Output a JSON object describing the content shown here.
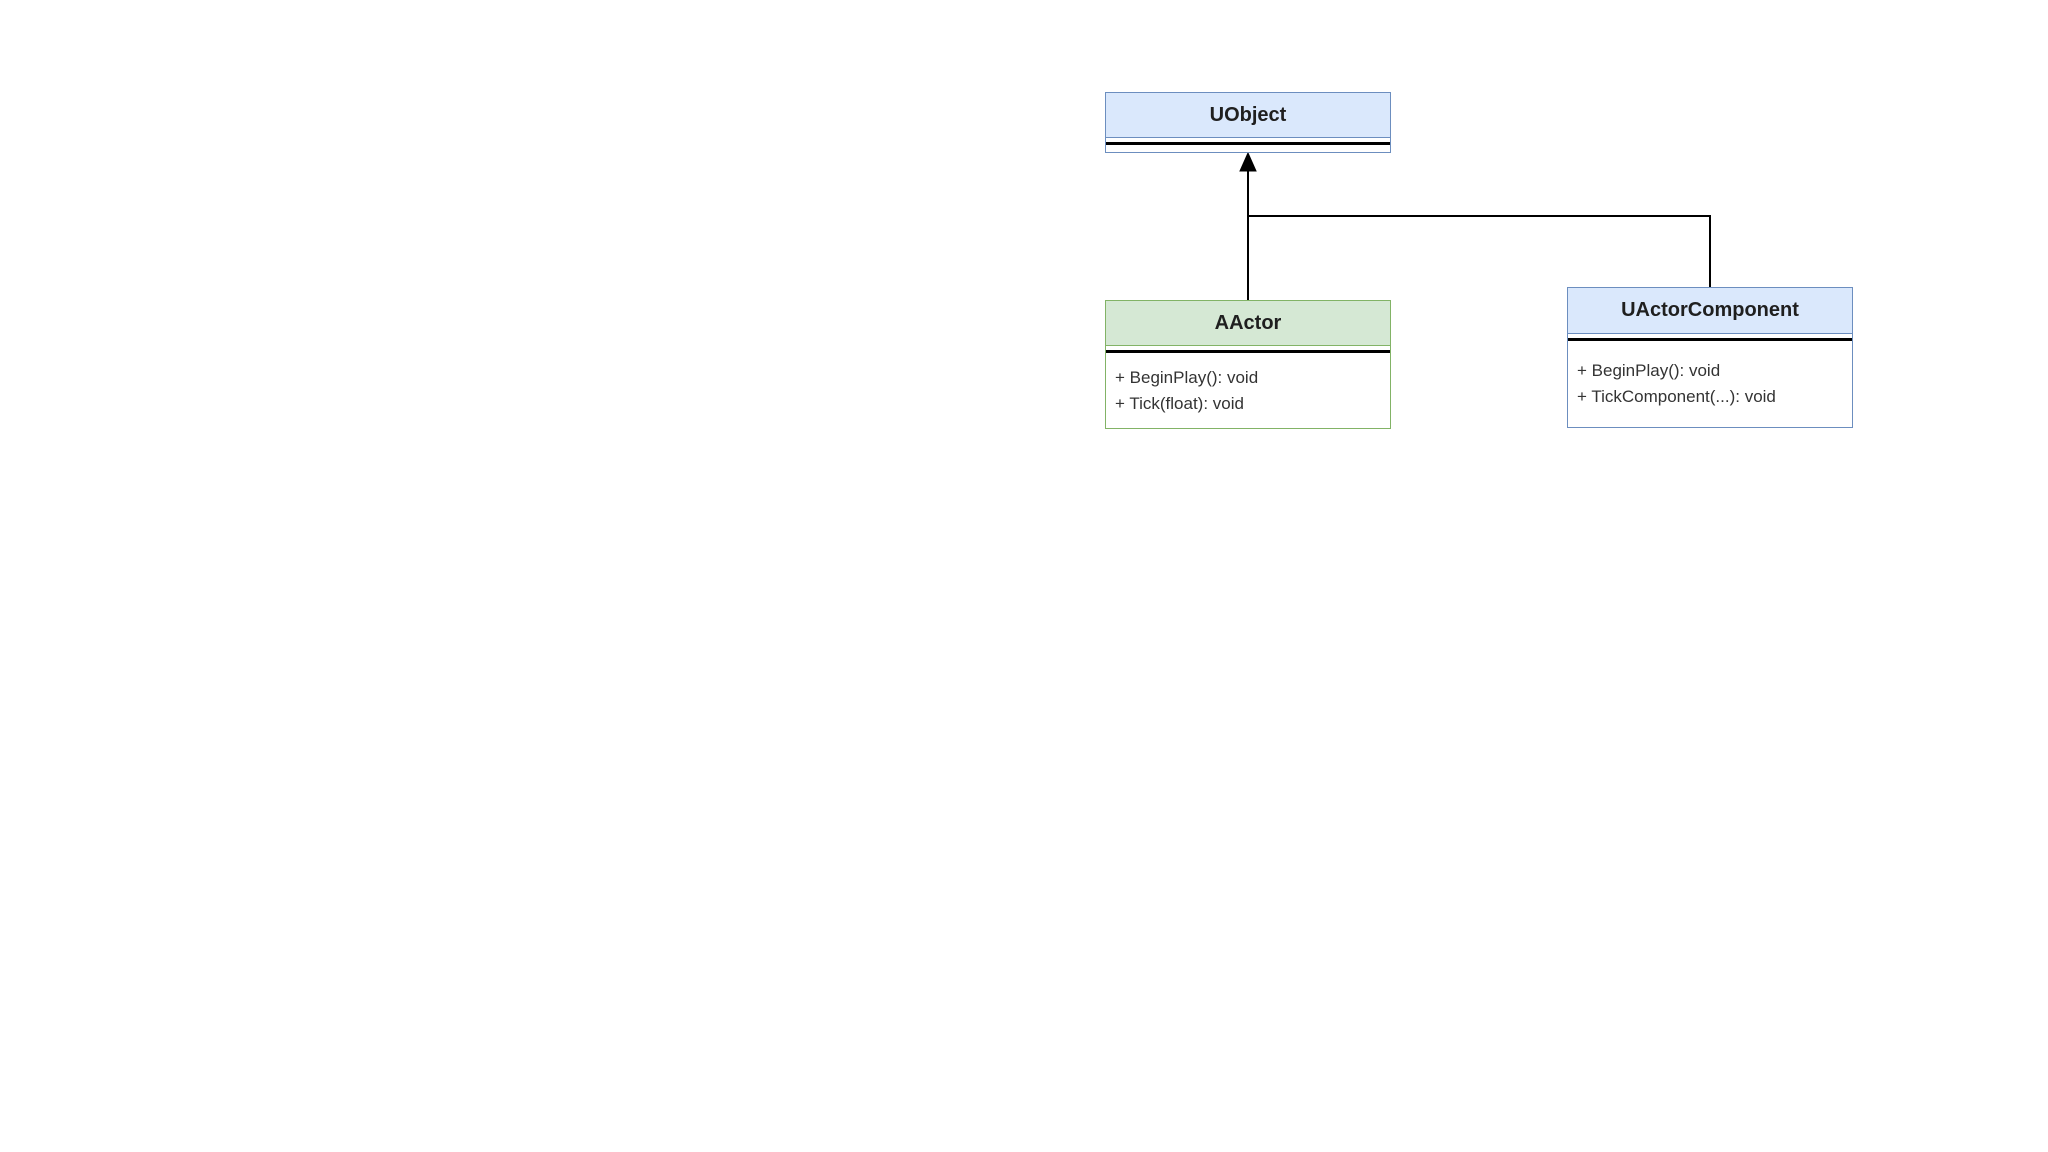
{
  "diagram": {
    "type": "uml-class-diagram",
    "classes": {
      "uobject": {
        "name": "UObject",
        "header_fill": "#dae8fc",
        "border_color": "#6c8ebf",
        "methods": []
      },
      "aactor": {
        "name": "AActor",
        "header_fill": "#d5e8d4",
        "border_color": "#82b366",
        "methods": [
          "+ BeginPlay(): void",
          "+ Tick(float): void"
        ]
      },
      "uactorcomponent": {
        "name": "UActorComponent",
        "header_fill": "#dae8fc",
        "border_color": "#6c8ebf",
        "methods": [
          "+ BeginPlay(): void",
          "+ TickComponent(...): void"
        ]
      }
    },
    "relations": [
      {
        "from": "AActor",
        "to": "UObject",
        "type": "inheritance",
        "arrow": "filled-triangle"
      },
      {
        "from": "UActorComponent",
        "to": "UObject",
        "type": "inheritance",
        "arrow": "filled-triangle"
      }
    ],
    "colors": {
      "canvas_background": "#ffffff",
      "edge_line": "#000000",
      "divider_line": "#000000",
      "title_text": "#1f1f1f",
      "method_text": "#333333"
    }
  }
}
